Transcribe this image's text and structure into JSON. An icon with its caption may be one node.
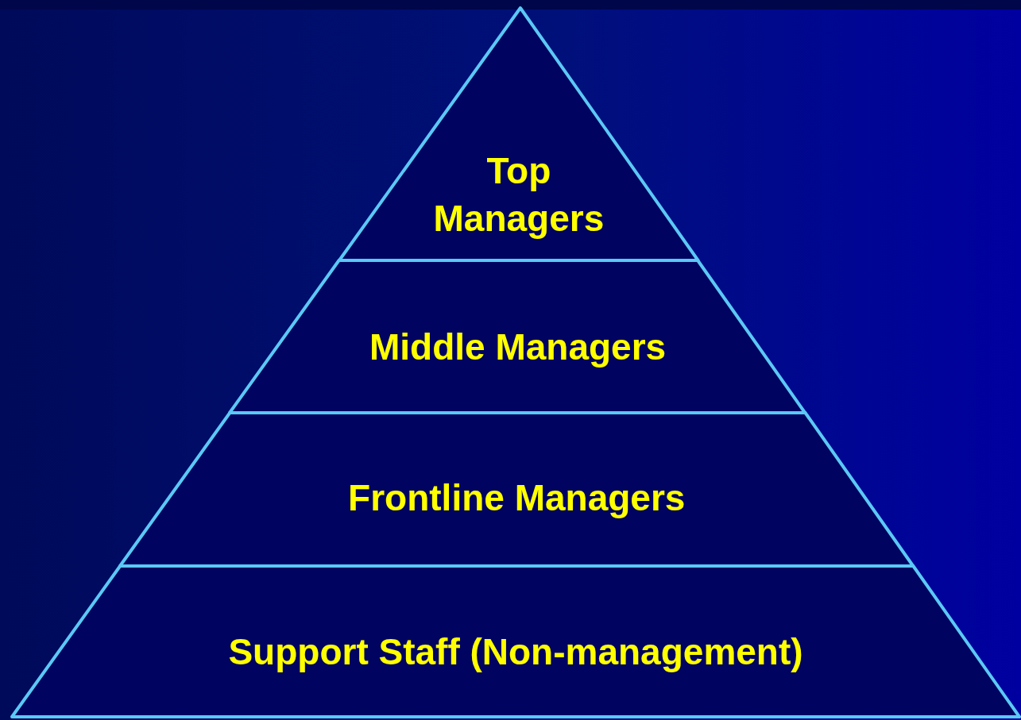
{
  "diagram": {
    "nodes": [
      {
        "text": [
          "Top Managers"
        ]
      },
      {
        "text": [
          "Middle Managers"
        ]
      },
      {
        "text": [
          "Frontline Managers"
        ]
      },
      {
        "text": [
          "Support Staff (Non-management)"
        ]
      }
    ],
    "edges": []
  }
}
